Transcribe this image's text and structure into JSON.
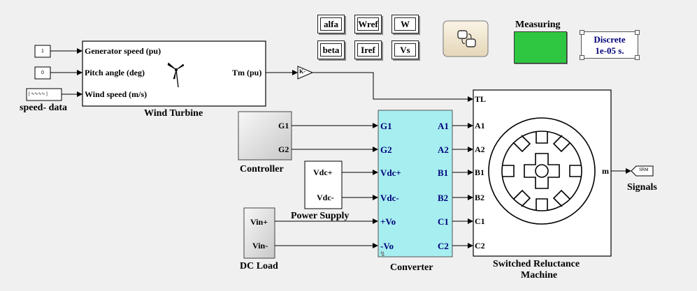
{
  "wind_turbine": {
    "title": "Wind Turbine",
    "inputs": [
      "Generator speed (pu)",
      "Pitch angle (deg)",
      "Wind speed (m/s)"
    ],
    "output": "Tm (pu)"
  },
  "sources": {
    "const1": "1",
    "const0": "0",
    "wind_data_caption": "speed- data"
  },
  "scopes": {
    "row1": [
      "alfa",
      "Wref",
      "W"
    ],
    "row2": [
      "beta",
      "Iref",
      "Vs"
    ]
  },
  "measuring": {
    "title": "Measuring"
  },
  "powergui": {
    "line1": "Discrete",
    "line2": "1e-05 s."
  },
  "controller": {
    "title": "Controller",
    "outputs": [
      "G1",
      "G2"
    ]
  },
  "power_supply": {
    "title": "Power Supply",
    "ports": [
      "Vdc+",
      "Vdc-"
    ]
  },
  "dc_load": {
    "title": "DC Load",
    "ports": [
      "Vin+",
      "Vin-"
    ]
  },
  "converter": {
    "title": "Converter",
    "left_ports": [
      "G1",
      "G2",
      "Vdc+",
      "Vdc-",
      "+Vo",
      "-Vo"
    ],
    "right_ports": [
      "A1",
      "A2",
      "B1",
      "B2",
      "C1",
      "C2"
    ]
  },
  "srm": {
    "title_line1": "Switched Reluctance",
    "title_line2": "Machine",
    "input_torque": "TL",
    "ports": [
      "A1",
      "A2",
      "B1",
      "B2",
      "C1",
      "C2"
    ],
    "output": "m"
  },
  "signals": {
    "title": "Signals",
    "tag": "SRM"
  },
  "colors": {
    "background": "#f0f0f0",
    "converter": "#a6eef0",
    "measuring": "#2fc742",
    "port_text": "#00007a"
  }
}
